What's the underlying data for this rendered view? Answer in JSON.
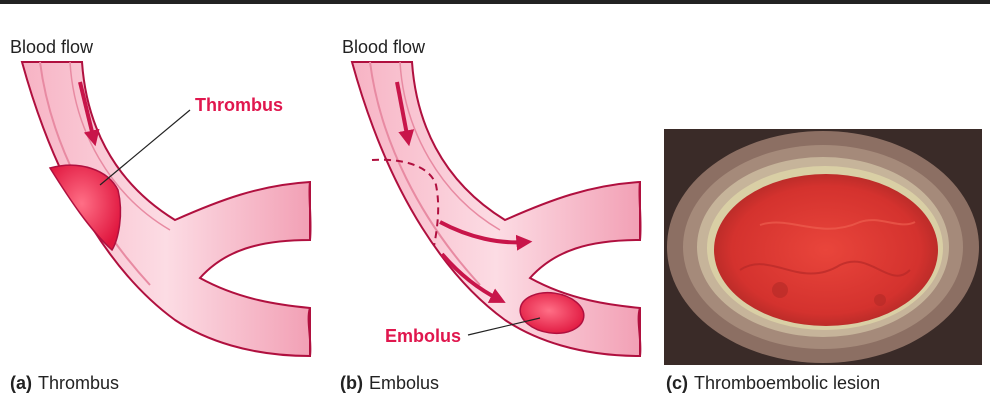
{
  "panels": [
    {
      "id": "a",
      "letter": "(a)",
      "caption": "Thrombus",
      "flow_label": "Blood flow",
      "callout": "Thrombus"
    },
    {
      "id": "b",
      "letter": "(b)",
      "caption": "Embolus",
      "flow_label": "Blood flow",
      "callout": "Embolus"
    },
    {
      "id": "c",
      "letter": "(c)",
      "caption": "Thromboembolic lesion"
    }
  ],
  "colors": {
    "vessel_fill": "#f4a3b8",
    "vessel_wall": "#b0103f",
    "vessel_light": "#fbd3dd",
    "clot": "#e8234f",
    "callout_text": "#e0174e",
    "arrow": "#c8154a"
  }
}
